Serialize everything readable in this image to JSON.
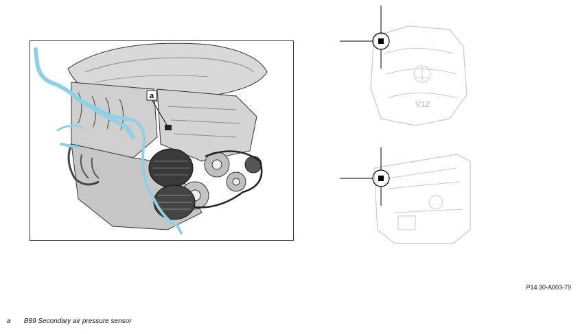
{
  "main_view": {
    "callout_letter": "a"
  },
  "locator_top": {
    "badge_text": "V12"
  },
  "figure_code": "P14.30-A003-79",
  "legend": {
    "items": [
      {
        "key": "a",
        "text": "B89 Secondary air pressure sensor"
      }
    ]
  },
  "colors": {
    "highlight": "#8fd0e6",
    "outline": "#333333",
    "component": "#cfcfcf",
    "alternator": "#3a3a3a",
    "ghost": "#c8c8c8"
  }
}
